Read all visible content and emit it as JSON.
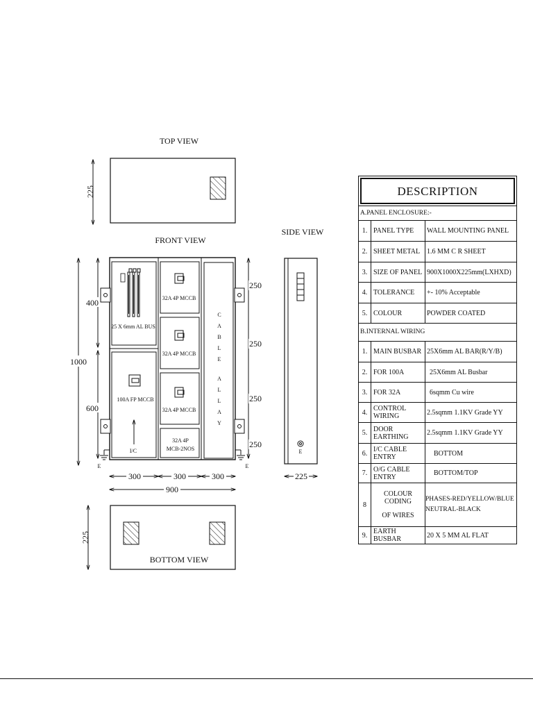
{
  "views": {
    "top": "TOP VIEW",
    "front": "FRONT VIEW",
    "side": "SIDE VIEW",
    "bottom": "BOTTOM VIEW"
  },
  "dimensions": {
    "depth_top": "225",
    "depth_bottom": "225",
    "depth_side": "225",
    "height_total": "1000",
    "height_upper": "400",
    "height_lower": "600",
    "compartment_heights": [
      "250",
      "250",
      "250",
      "250"
    ],
    "column_widths": [
      "300",
      "300",
      "300"
    ],
    "width_total": "900"
  },
  "front_labels": {
    "busbar": "25 X 6mm AL BUS.",
    "mccb_100": "100A FP MCCB",
    "mccb_32": [
      "32A 4P MCCB",
      "32A 4P MCCB",
      "32A 4P MCCB"
    ],
    "mcb_line1": "32A 4P",
    "mcb_line2": "MCB-2NOS",
    "incoming": "I/C",
    "earth": "E",
    "cable_alley": [
      "C",
      "A",
      "B",
      "L",
      "E",
      "A",
      "L",
      "L",
      "A",
      "Y"
    ]
  },
  "table": {
    "title": "DESCRIPTION",
    "section_a": "A.PANEL ENCLOSURE:-",
    "section_b": "B.INTERNAL WIRING",
    "rows_a": [
      {
        "no": "1.",
        "item": "PANEL TYPE",
        "value": "WALL MOUNTING PANEL"
      },
      {
        "no": "2.",
        "item": "SHEET METAL",
        "value": "1.6 MM C R SHEET"
      },
      {
        "no": "3.",
        "item": "SIZE OF PANEL",
        "value": "900X1000X225mm(LXHXD)"
      },
      {
        "no": "4.",
        "item": "TOLERANCE",
        "value": "+- 10% Acceptable"
      },
      {
        "no": "5.",
        "item": "COLOUR",
        "value": "POWDER COATED"
      }
    ],
    "rows_b": [
      {
        "no": "1.",
        "item": "MAIN BUSBAR",
        "value": "25X6mm AL BAR(R/Y/B)"
      },
      {
        "no": "2.",
        "item": "FOR 100A",
        "value": "25X6mm AL Busbar"
      },
      {
        "no": "3.",
        "item": "FOR 32A",
        "value": "6sqmm Cu wire"
      },
      {
        "no": "4.",
        "item": "CONTROL WIRING",
        "value": "2.5sqmm 1.1KV Grade YY"
      },
      {
        "no": "5.",
        "item": "DOOR EARTHING",
        "value": "2.5sqmm 1.1KV Grade YY"
      },
      {
        "no": "6.",
        "item": "I/C CABLE ENTRY",
        "value": "BOTTOM"
      },
      {
        "no": "7.",
        "item": "O/G CABLE ENTRY",
        "value": "BOTTOM/TOP"
      },
      {
        "no": "8",
        "item_line1": "COLOUR CODING",
        "item_line2": "OF WIRES",
        "value_line1": "PHASES-RED/YELLOW/BLUE",
        "value_line2": "NEUTRAL-BLACK"
      },
      {
        "no": "9.",
        "item": "EARTH BUSBAR",
        "value": "20 X 5 MM AL FLAT"
      }
    ]
  }
}
